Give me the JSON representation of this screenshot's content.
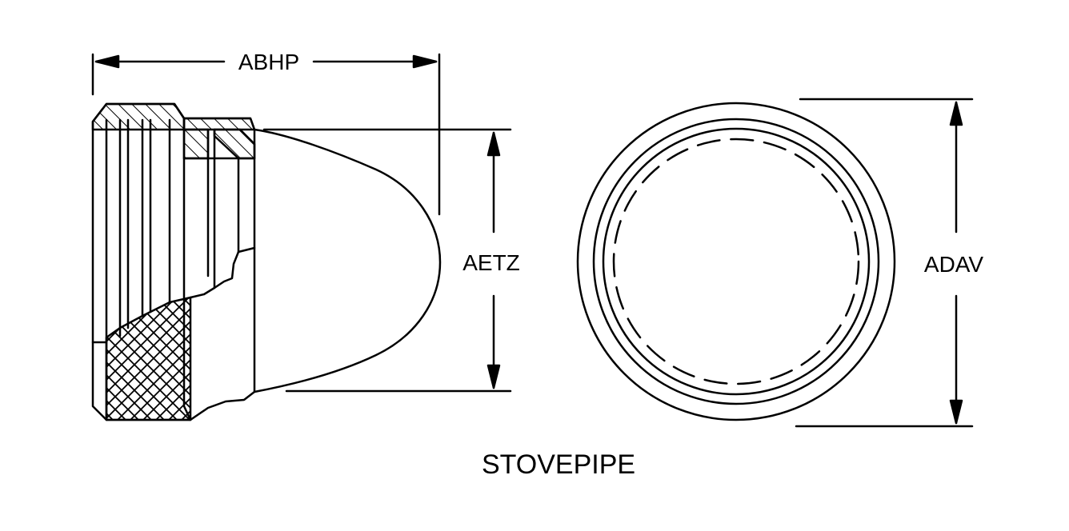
{
  "title": "STOVEPIPE",
  "dimensions": {
    "length": "ABHP",
    "cap_height": "AETZ",
    "outer_diameter": "ADAV"
  },
  "colors": {
    "line": "#000000",
    "background": "#ffffff"
  }
}
